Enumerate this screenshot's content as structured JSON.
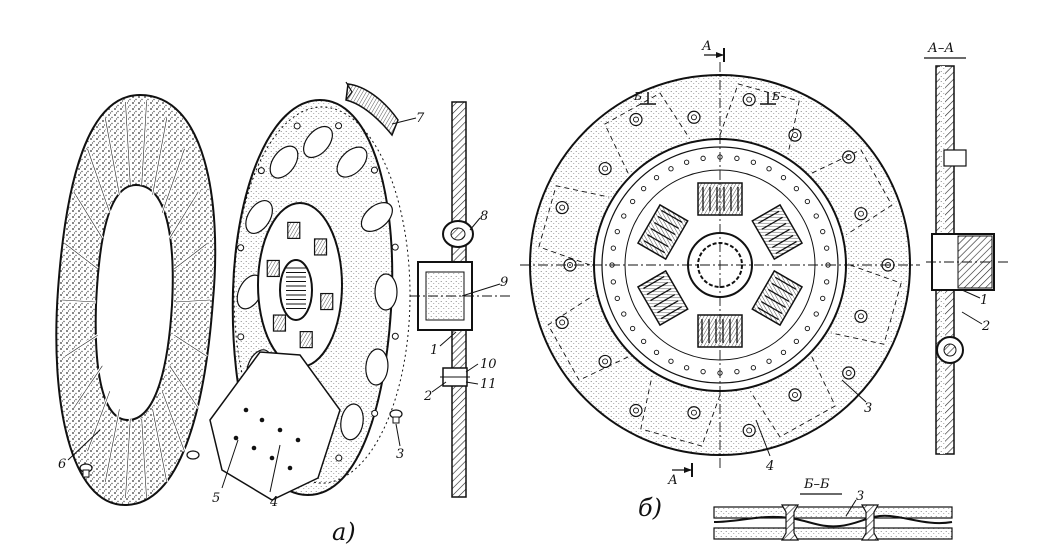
{
  "figure_a": {
    "caption": "а)",
    "part_labels": [
      "1",
      "2",
      "3",
      "4",
      "5",
      "6",
      "7",
      "8",
      "9",
      "10",
      "11"
    ]
  },
  "figure_b": {
    "caption": "б)",
    "section_a_mark": "А",
    "section_b_mark": "Б",
    "part_labels": [
      "3",
      "4"
    ]
  },
  "section_aa": {
    "title": "А–А",
    "part_labels": [
      "1",
      "2"
    ]
  },
  "section_bb": {
    "title": "Б–Б",
    "part_labels": [
      "3"
    ]
  },
  "colors": {
    "ink": "#111111",
    "paper": "#ffffff"
  }
}
